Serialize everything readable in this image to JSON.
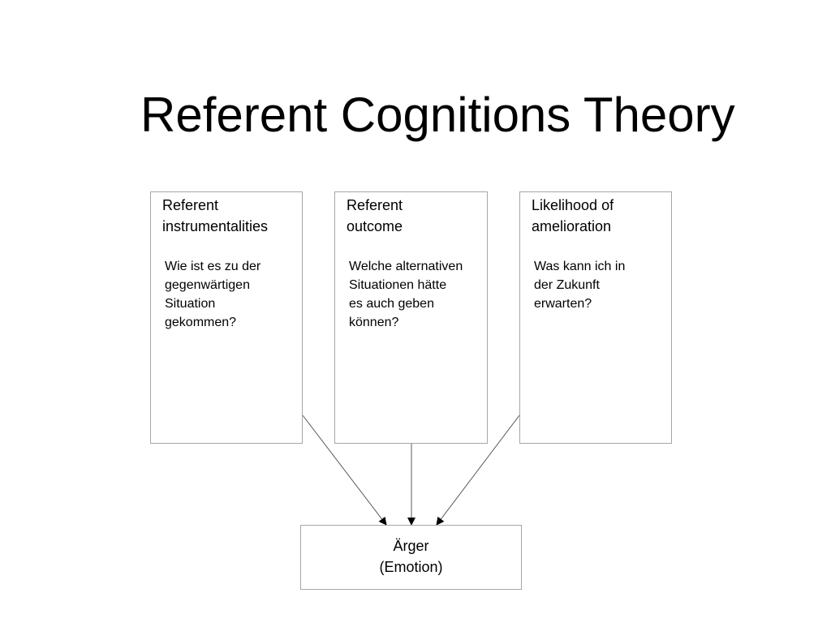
{
  "slide": {
    "title": "Referent Cognitions Theory"
  },
  "boxes": [
    {
      "heading": "Referent\ninstrumentalities",
      "question": "Wie ist es zu der\ngegenwärtigen\nSituation\ngekommen?"
    },
    {
      "heading": "Referent\noutcome",
      "question": "Welche alternativen\nSituationen hätte\nes auch geben\nkönnen?"
    },
    {
      "heading": "Likelihood of\namelioration",
      "question": "Was kann ich in\nder Zukunft\nerwarten?"
    }
  ],
  "emotion": {
    "label": "Ärger\n(Emotion)"
  },
  "colors": {
    "box_border": "#a6a6a6",
    "arrow": "#595959",
    "text": "#000000"
  }
}
